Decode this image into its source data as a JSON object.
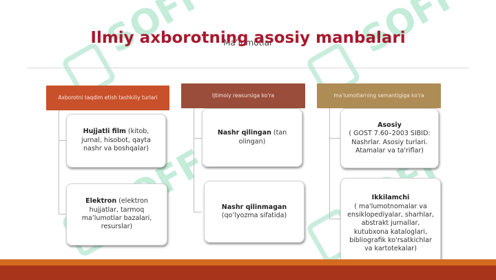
{
  "title": "Ilmiy axborotning asosiy manbalari",
  "subtitle": "Ma’lumotlar",
  "watermark": "SOFF",
  "columns": [
    {
      "header": "Axborotni taqdim etish tashkiliy turlari",
      "color": "#c8512b",
      "boxes": [
        {
          "bold": "Hujjatli film",
          "text": " (kitob, jurnal, hisobot, qayta nashr va boshqalar)"
        },
        {
          "bold": "Elektron",
          "text": " (elektron hujjatlar, tarmoq ma’lumotlar bazalari, resurslar)"
        }
      ]
    },
    {
      "header": "Ijtimoiy reasursiga ko'ra",
      "color": "#9a4d3a",
      "boxes": [
        {
          "bold": "Nashr qilingan",
          "text": " (tan olingan)"
        },
        {
          "bold": "Nashr qilinmagan",
          "text": " (qo’lyozma sifatida)"
        }
      ]
    },
    {
      "header": "ma'lumotlarning semantigiga ko'ra",
      "color": "#ae8c55",
      "boxes": [
        {
          "bold": "Asosiy",
          "text": "( GOST 7.60–2003 SIBID: Nashrlar. Asosiy turlari. Atamalar va ta'riflar)"
        },
        {
          "bold": "Ikkilamchi",
          "text": "( ma'lumotnomalar va ensiklopediyalar, sharhlar, abstrakt jurnallar, kutubxona kataloglari, bibliografik ko'rsatkichlar va kartotekalar)"
        }
      ]
    }
  ],
  "colors": {
    "title": "#a8192e",
    "footer_top": "#d26a20",
    "footer_bottom": "#a8341c",
    "watermark": "#28b978"
  }
}
